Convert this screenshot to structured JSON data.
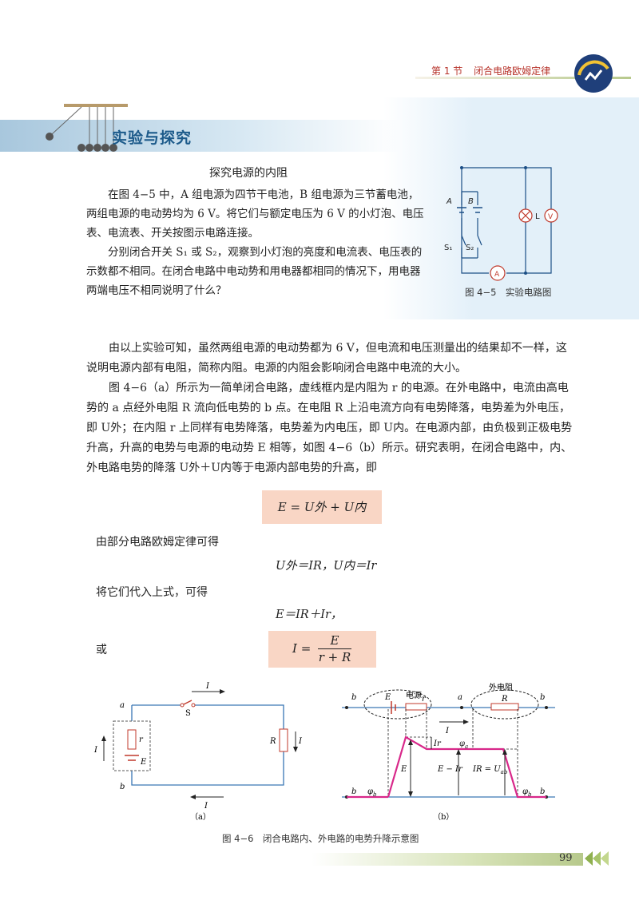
{
  "header": {
    "section": "第 1 节",
    "title": "闭合电路欧姆定律"
  },
  "explore": {
    "heading": "实验与探究",
    "subtitle": "探究电源的内阻",
    "para1": "在图 4−5 中，A 组电源为四节干电池，B 组电源为三节蓄电池，两组电源的电动势均为 6 V。将它们与额定电压为 6 V 的小灯泡、电压表、电流表、开关按图示电路连接。",
    "para2": "分别闭合开关 S₁ 或 S₂，观察到小灯泡的亮度和电流表、电压表的示数都不相同。在闭合电路中电动势和用电器都相同的情况下，用电器两端电压不相同说明了什么？",
    "fig_caption": "图 4−5　实验电路图",
    "fig_labels": {
      "a": "A",
      "b": "B",
      "l": "L",
      "v": "V",
      "ammeter": "A",
      "s1": "S₁",
      "s2": "S₂"
    }
  },
  "body": {
    "para1": "由以上实验可知，虽然两组电源的电动势都为 6 V，但电流和电压测量出的结果却不一样，这说明电源内部有电阻，简称内阻。电源的内阻会影响闭合电路中电流的大小。",
    "para2": "图 4−6（a）所示为一简单闭合电路，虚线框内是内阻为 r 的电源。在外电路中，电流由高电势的 a 点经外电阻 R 流向低电势的 b 点。在电阻 R 上沿电流方向有电势降落，电势差为外电压，即 U外；在内阻 r 上同样有电势降落，电势差为内电压，即 U内。在电源内部，由负极到正极电势升高，升高的电势与电源的电动势 E 相等，如图 4−6（b）所示。研究表明，在闭合电路中，内、外电路电势的降落 U外＋U内等于电源内部电势的升高，即",
    "formula1": "E = U外 + U内",
    "line_ohm": "由部分电路欧姆定律可得",
    "formula2": "U外＝IR，U内＝Ir",
    "line_sub": "将它们代入上式，可得",
    "formula3": "E＝IR＋Ir，",
    "line_or": "或",
    "formula4_lhs": "I =",
    "formula4_num": "E",
    "formula4_den": "r + R"
  },
  "fig46": {
    "caption": "图 4−6　闭合电路内、外电路的电势升降示意图",
    "a_label": "（a）",
    "b_label": "（b）",
    "a_texts": {
      "I": "I",
      "S": "S",
      "a": "a",
      "b": "b",
      "r": "r",
      "E": "E",
      "R": "R"
    },
    "b_texts": {
      "source": "电源",
      "ext": "外电阻",
      "Ir": "Ir",
      "E_minus_Ir": "E − Ir",
      "IR_Uab": "IR = U",
      "Uab_sub": "ab",
      "phi": "φ",
      "phi_a_sub": "a",
      "phi_b_sub": "b"
    }
  },
  "footer": {
    "page": "99"
  },
  "colors": {
    "accent_red": "#b7332a",
    "blue_title": "#1c5a8a",
    "formula_bg": "#f9d6c5",
    "wire_blue": "#3a77b5",
    "potential_pink": "#d8288a"
  }
}
